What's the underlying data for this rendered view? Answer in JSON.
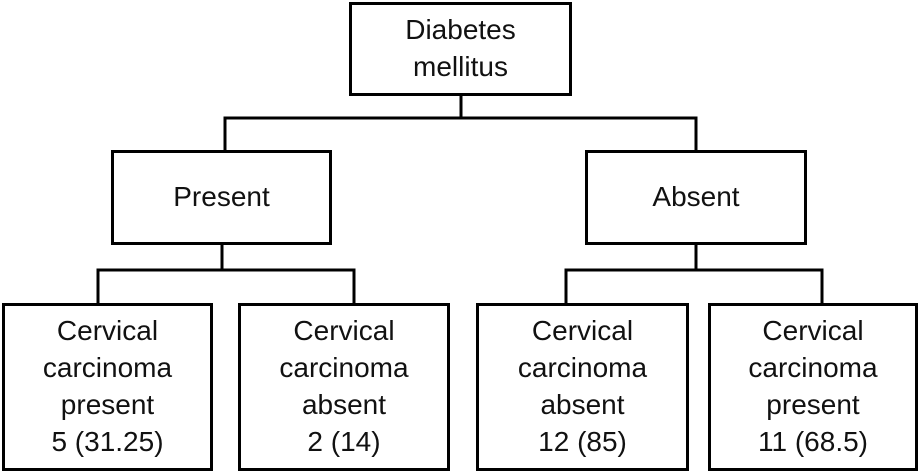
{
  "tree": {
    "root": {
      "label": "Diabetes mellitus"
    },
    "branches": [
      {
        "label": "Present",
        "children": [
          {
            "label": "Cervical carcinoma present",
            "count": "5 (31.25)"
          },
          {
            "label": "Cervical carcinoma absent",
            "count": "2 (14)"
          }
        ]
      },
      {
        "label": "Absent",
        "children": [
          {
            "label": "Cervical carcinoma absent",
            "count": "12 (85)"
          },
          {
            "label": "Cervical carcinoma present",
            "count": "11 (68.5)"
          }
        ]
      }
    ]
  },
  "colors": {
    "line": "#000000",
    "border": "#000000",
    "background": "#ffffff",
    "text": "#111111"
  }
}
